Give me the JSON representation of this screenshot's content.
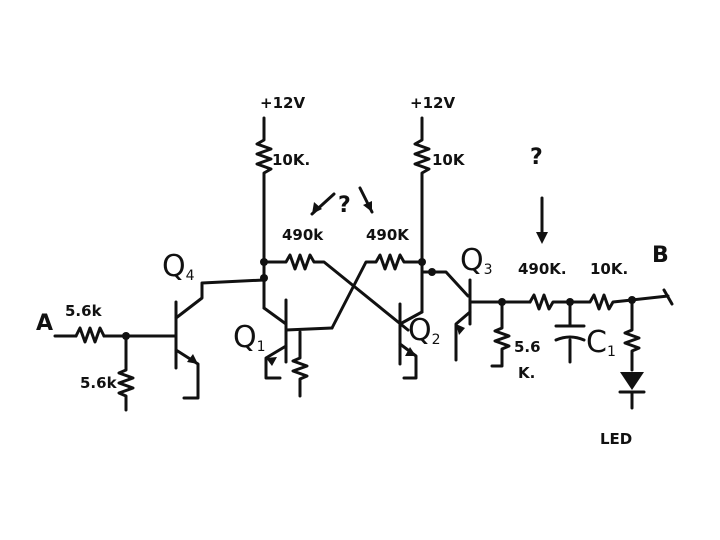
{
  "labels": {
    "input_a": "A",
    "output_b": "B",
    "supply_left": "+12V",
    "supply_right": "+12V",
    "r_in_series": "5.6k",
    "r_in_shunt": "5.6k",
    "r_pullup_left": "10K.",
    "r_pullup_right": "10K",
    "r_cross_left": "490k",
    "r_cross_right": "490K",
    "r_out_series": "490K.",
    "r_out_shunt_line1": "5.6",
    "r_out_shunt_line2": "K.",
    "r_filter": "10K.",
    "cap": "C1",
    "led": "LED",
    "q1": "Q1",
    "q2": "Q2",
    "q3": "Q3",
    "q4": "Q4",
    "question_cross": "?",
    "question_out": "?"
  }
}
